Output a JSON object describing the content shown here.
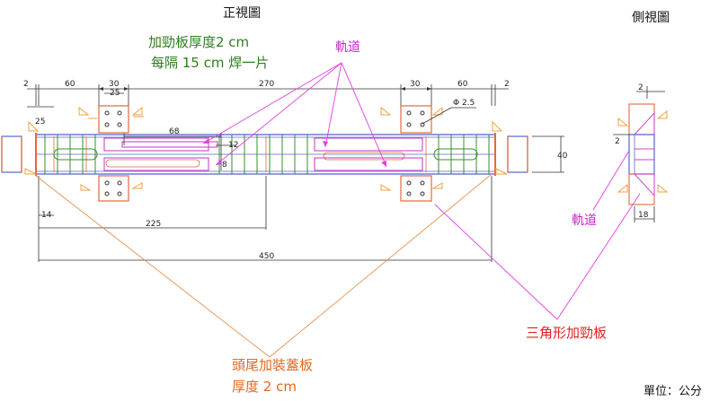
{
  "titles": {
    "front_view": "正視圖",
    "side_view": "側視圖"
  },
  "notes": {
    "stiffener_line1": "加勁板厚度2 cm",
    "stiffener_line2": "每隔 15 cm 焊一片",
    "rail_front": "軌道",
    "rail_side": "軌道",
    "triangle": "三角形加勁板",
    "cap_line1": "頭尾加裝蓋板",
    "cap_line2": "厚度 2 cm",
    "unit": "單位：公分"
  },
  "dimensions": {
    "top_left_2": "2",
    "top_60_left": "60",
    "top_30_left": "30",
    "top_25": "25",
    "top_270": "270",
    "top_30_right": "30",
    "top_60_right": "60",
    "top_right_2": "2",
    "left_25": "25",
    "d68": "68",
    "d12": "12",
    "d8": "8",
    "d14": "14",
    "d225": "225",
    "d450": "450",
    "phi": "Φ 2.5",
    "right_40": "40",
    "side_2_top": "2",
    "side_2_mid": "2",
    "side_18": "18"
  },
  "colors": {
    "beam": "#5566cc",
    "plate": "#e06a3c",
    "rail": "#cc44cc",
    "leader_magenta": "#e040e0",
    "leader_orange": "#e8904a",
    "note_green": "#2f7d1e",
    "note_magenta": "#cc22cc",
    "note_red": "#e02020",
    "note_orange": "#e06a20",
    "weld": "#f0a040"
  }
}
